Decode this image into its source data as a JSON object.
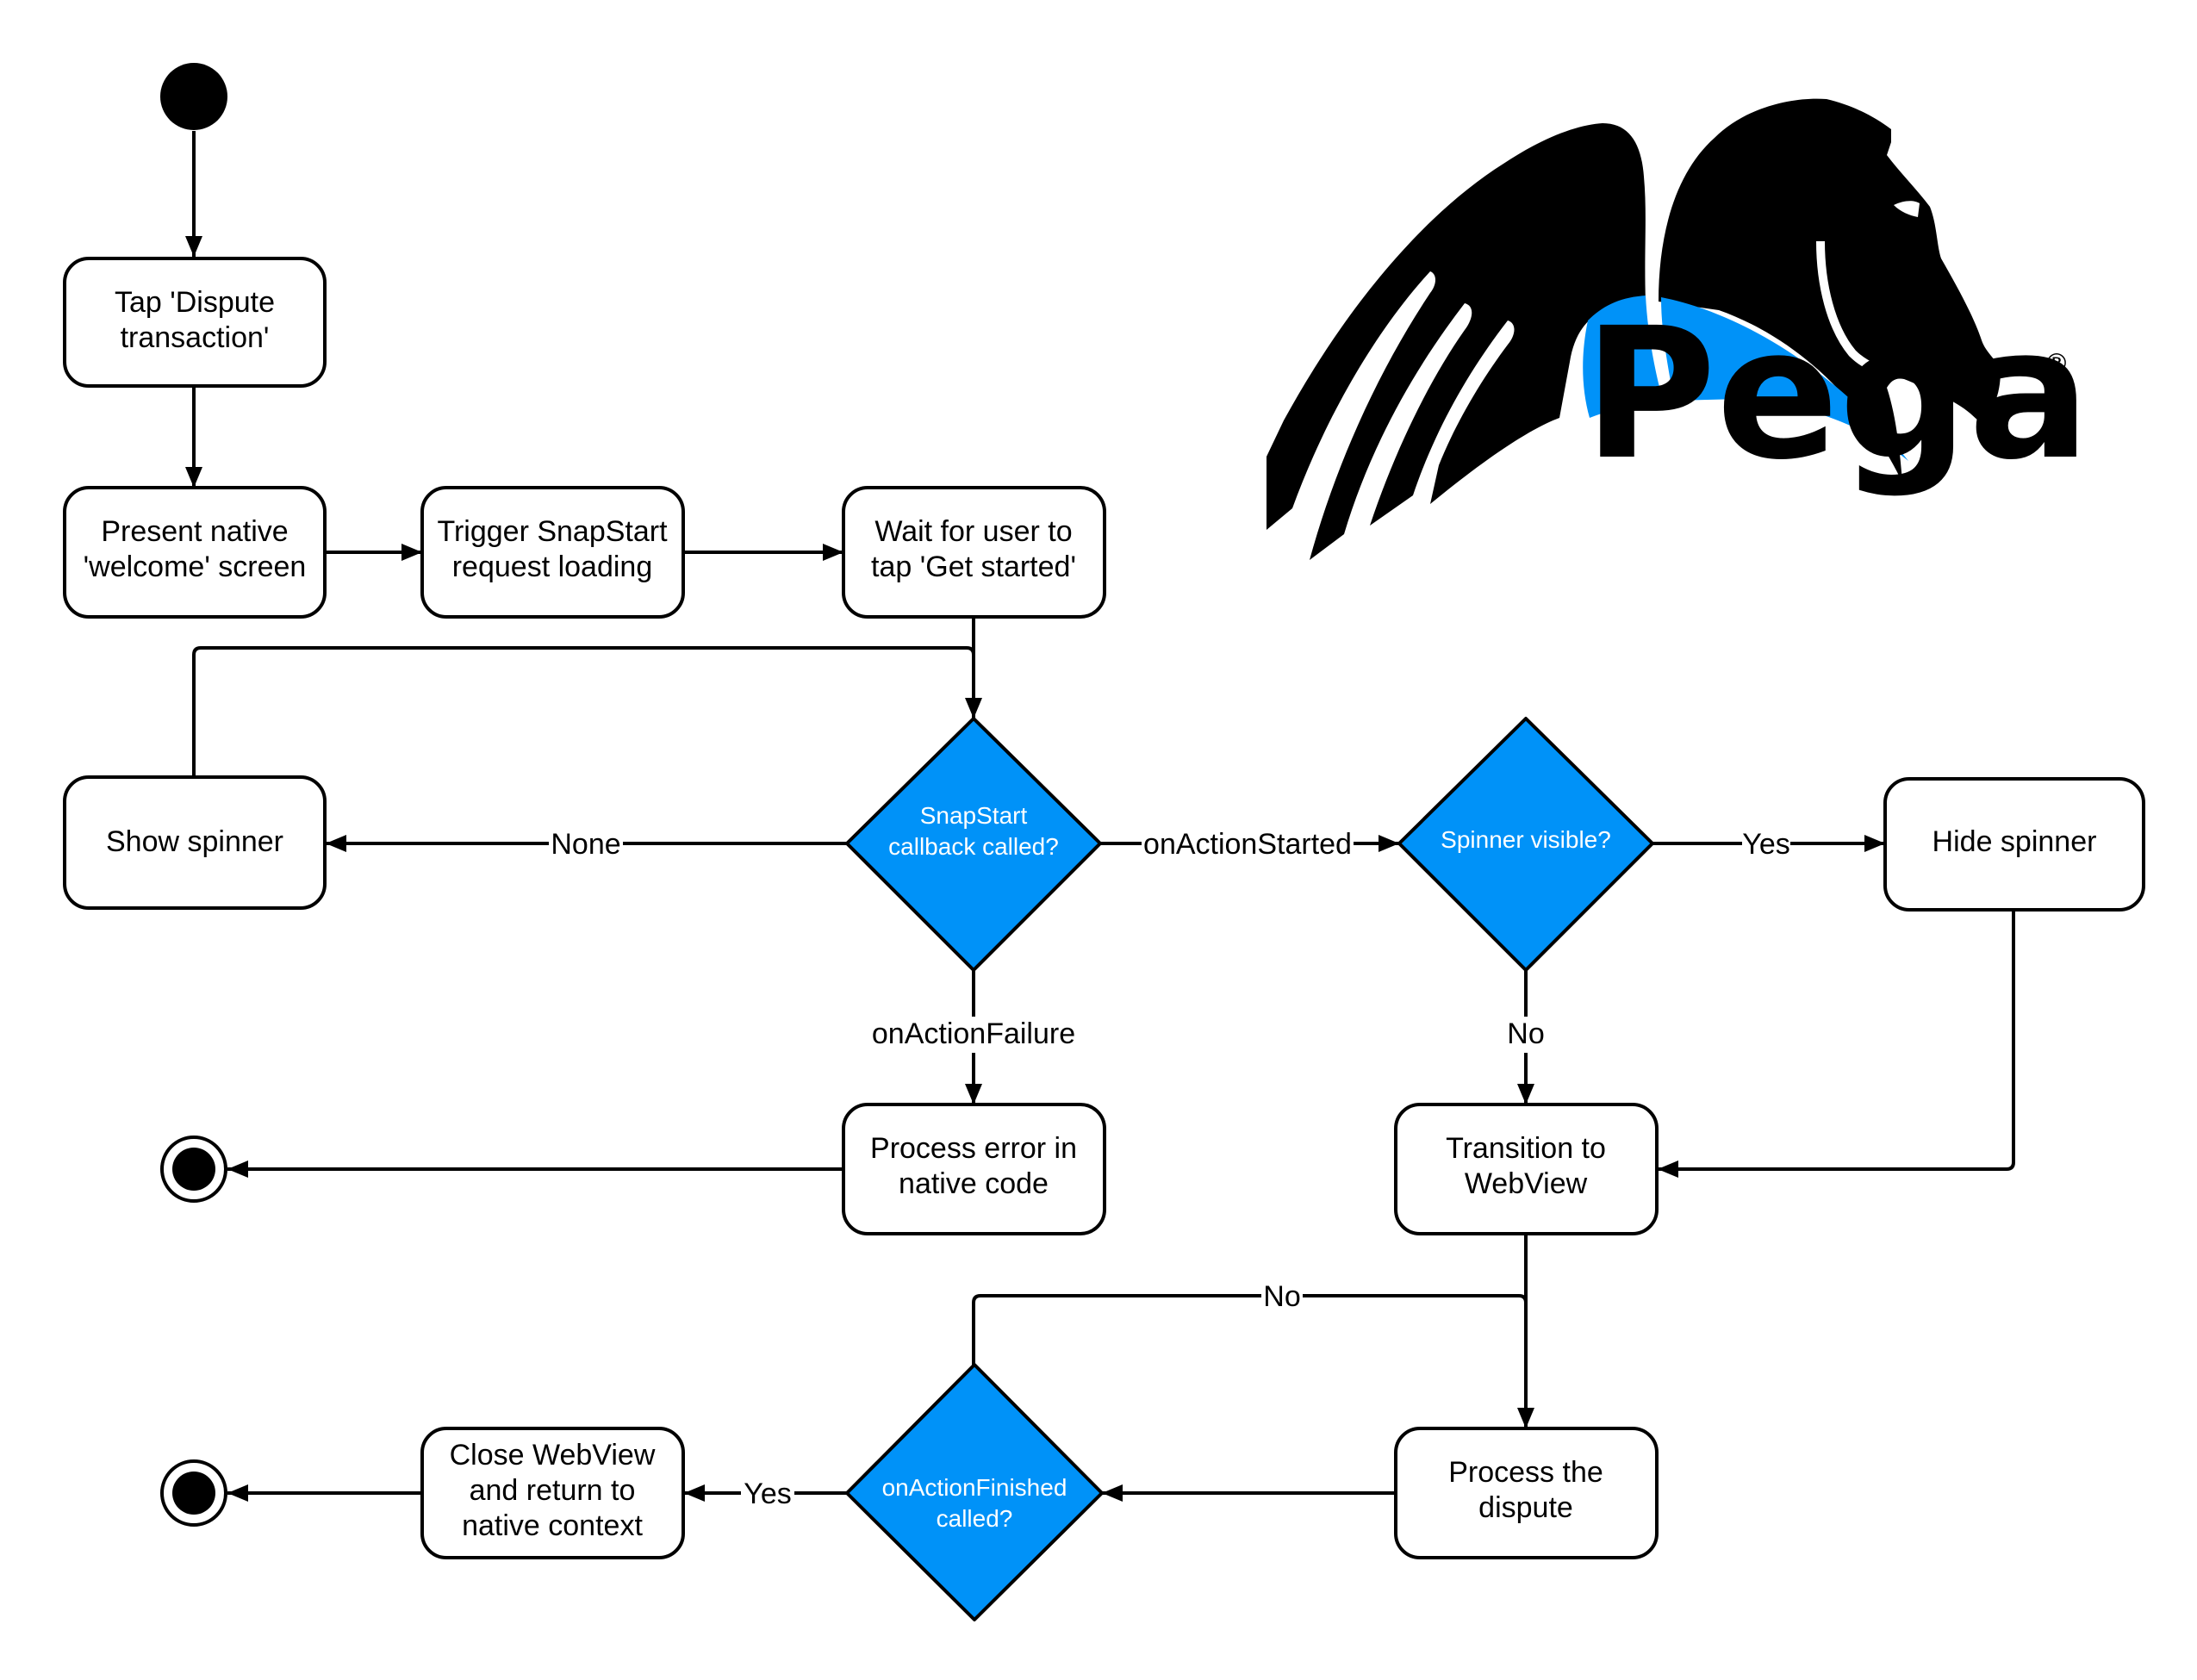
{
  "diagram": {
    "type": "UML activity diagram",
    "accent_color": "#0092F8",
    "start": {
      "id": "start"
    },
    "nodes": [
      {
        "id": "tap_dispute",
        "kind": "action",
        "lines": [
          "Tap 'Dispute",
          "transaction'"
        ]
      },
      {
        "id": "present_welcome",
        "kind": "action",
        "lines": [
          "Present native",
          "'welcome' screen"
        ]
      },
      {
        "id": "trigger_snapstart",
        "kind": "action",
        "lines": [
          "Trigger SnapStart",
          "request loading"
        ]
      },
      {
        "id": "wait_get_started",
        "kind": "action",
        "lines": [
          "Wait for user to",
          "tap 'Get started'"
        ]
      },
      {
        "id": "show_spinner",
        "kind": "action",
        "lines": [
          "Show spinner"
        ]
      },
      {
        "id": "snapstart_callback",
        "kind": "decision",
        "lines": [
          "SnapStart",
          "callback called?"
        ]
      },
      {
        "id": "spinner_visible",
        "kind": "decision",
        "lines": [
          "Spinner visible?"
        ]
      },
      {
        "id": "hide_spinner",
        "kind": "action",
        "lines": [
          "Hide spinner"
        ]
      },
      {
        "id": "process_error",
        "kind": "action",
        "lines": [
          "Process error in",
          "native code"
        ]
      },
      {
        "id": "transition_webview",
        "kind": "action",
        "lines": [
          "Transition to",
          "WebView"
        ]
      },
      {
        "id": "process_dispute",
        "kind": "action",
        "lines": [
          "Process the",
          "dispute"
        ]
      },
      {
        "id": "action_finished",
        "kind": "decision",
        "lines": [
          "onActionFinished",
          "called?"
        ]
      },
      {
        "id": "close_webview",
        "kind": "action",
        "lines": [
          "Close WebView",
          "and return to",
          "native context"
        ]
      }
    ],
    "end_states": [
      {
        "id": "end_error"
      },
      {
        "id": "end_done"
      }
    ],
    "edges": [
      {
        "from": "start",
        "to": "tap_dispute",
        "label": ""
      },
      {
        "from": "tap_dispute",
        "to": "present_welcome",
        "label": ""
      },
      {
        "from": "present_welcome",
        "to": "trigger_snapstart",
        "label": ""
      },
      {
        "from": "trigger_snapstart",
        "to": "wait_get_started",
        "label": ""
      },
      {
        "from": "wait_get_started",
        "to": "snapstart_callback",
        "label": ""
      },
      {
        "from": "snapstart_callback",
        "to": "show_spinner",
        "label": "None"
      },
      {
        "from": "show_spinner",
        "to": "snapstart_callback",
        "label": ""
      },
      {
        "from": "snapstart_callback",
        "to": "spinner_visible",
        "label": "onActionStarted"
      },
      {
        "from": "snapstart_callback",
        "to": "process_error",
        "label": "onActionFailure"
      },
      {
        "from": "spinner_visible",
        "to": "hide_spinner",
        "label": "Yes"
      },
      {
        "from": "spinner_visible",
        "to": "transition_webview",
        "label": "No"
      },
      {
        "from": "hide_spinner",
        "to": "transition_webview",
        "label": ""
      },
      {
        "from": "process_error",
        "to": "end_error",
        "label": ""
      },
      {
        "from": "transition_webview",
        "to": "process_dispute",
        "label": ""
      },
      {
        "from": "process_dispute",
        "to": "action_finished",
        "label": ""
      },
      {
        "from": "action_finished",
        "to": "process_dispute",
        "label": "No"
      },
      {
        "from": "action_finished",
        "to": "close_webview",
        "label": "Yes"
      },
      {
        "from": "close_webview",
        "to": "end_done",
        "label": ""
      }
    ]
  },
  "logo": {
    "brand": "Pega",
    "registered_mark": "®",
    "colors": {
      "primary": "#000000",
      "accent": "#0092F8"
    }
  }
}
